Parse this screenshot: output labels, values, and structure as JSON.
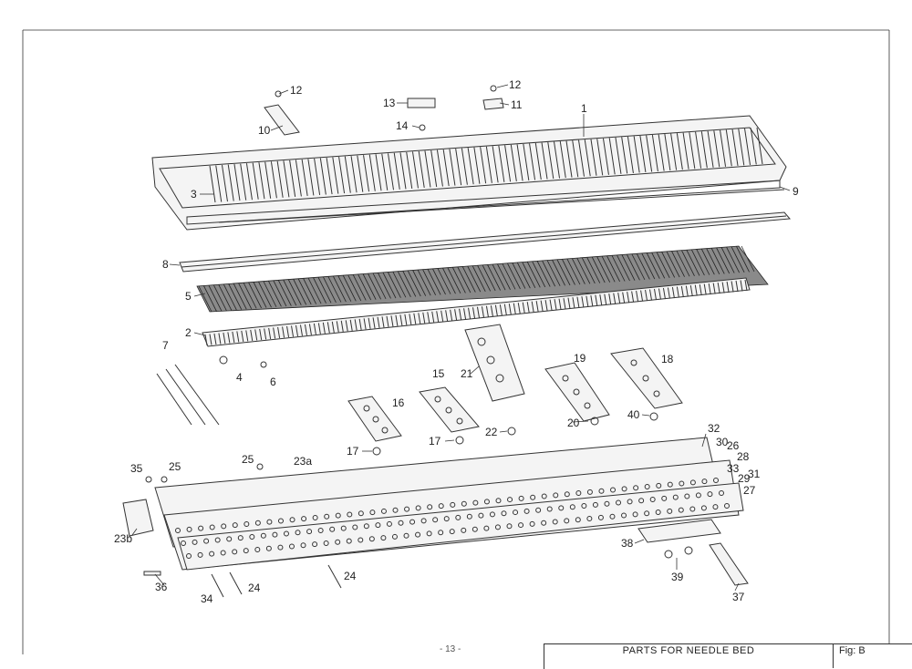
{
  "page": {
    "number": "- 13 -"
  },
  "title_block": {
    "title": "PARTS FOR NEEDLE BED",
    "figure": "Fig: B"
  },
  "callouts": [
    {
      "label": "1"
    },
    {
      "label": "2"
    },
    {
      "label": "3"
    },
    {
      "label": "4"
    },
    {
      "label": "5"
    },
    {
      "label": "6"
    },
    {
      "label": "7"
    },
    {
      "label": "8"
    },
    {
      "label": "9"
    },
    {
      "label": "10"
    },
    {
      "label": "11"
    },
    {
      "label": "12"
    },
    {
      "label": "12"
    },
    {
      "label": "13"
    },
    {
      "label": "14"
    },
    {
      "label": "15"
    },
    {
      "label": "16"
    },
    {
      "label": "17"
    },
    {
      "label": "17"
    },
    {
      "label": "18"
    },
    {
      "label": "19"
    },
    {
      "label": "20"
    },
    {
      "label": "21"
    },
    {
      "label": "22"
    },
    {
      "label": "23a"
    },
    {
      "label": "23b"
    },
    {
      "label": "24"
    },
    {
      "label": "24"
    },
    {
      "label": "25"
    },
    {
      "label": "25"
    },
    {
      "label": "26"
    },
    {
      "label": "27"
    },
    {
      "label": "28"
    },
    {
      "label": "29"
    },
    {
      "label": "30"
    },
    {
      "label": "31"
    },
    {
      "label": "32"
    },
    {
      "label": "33"
    },
    {
      "label": "34"
    },
    {
      "label": "35"
    },
    {
      "label": "36"
    },
    {
      "label": "37"
    },
    {
      "label": "38"
    },
    {
      "label": "39"
    },
    {
      "label": "40"
    }
  ]
}
